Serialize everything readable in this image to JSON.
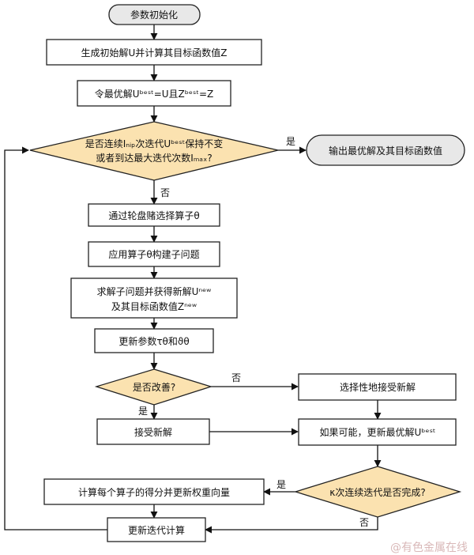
{
  "nodes": {
    "n_init": "参数初始化",
    "n_gen": "生成初始解U并计算其目标函数值Z",
    "n_best": "令最优解Uᵇᵉˢᵗ=U且Zᵇᵉˢᵗ=Z",
    "d_stop_1": "是否连续Iₙᵢₚ次迭代Uᵇᵉˢᵗ保持不变",
    "d_stop_2": "或者到达最大迭代次数Iₘₐₓ?",
    "n_out": "输出最优解及其目标函数值",
    "n_roulette": "通过轮盘赌选择算子θ",
    "n_apply": "应用算子θ构建子问题",
    "n_solve_1": "求解子问题并获得新解Uⁿᵉʷ",
    "n_solve_2": "及其目标函数值Zⁿᵉʷ",
    "n_update_param": "更新参数τθ和ϑθ",
    "d_improve": "是否改善?",
    "n_accept": "接受新解",
    "n_select_accept": "选择性地接受新解",
    "n_update_best": "如果可能，更新最优解Uᵇᵉˢᵗ",
    "d_kappa": "κ次连续迭代是否完成?",
    "n_score": "计算每个算子的得分并更新权重向量",
    "n_iter": "更新迭代计算"
  },
  "edge_labels": {
    "yes_stop": "是",
    "no_stop": "否",
    "no_improve": "否",
    "yes_improve": "是",
    "yes_kappa": "是",
    "no_kappa": "否"
  },
  "watermark": "@有色金属在线",
  "colors": {
    "decision_fill": "#fbe2b0",
    "terminal_fill": "#e8e8e8",
    "process_fill": "#ffffff",
    "line": "#111111"
  }
}
